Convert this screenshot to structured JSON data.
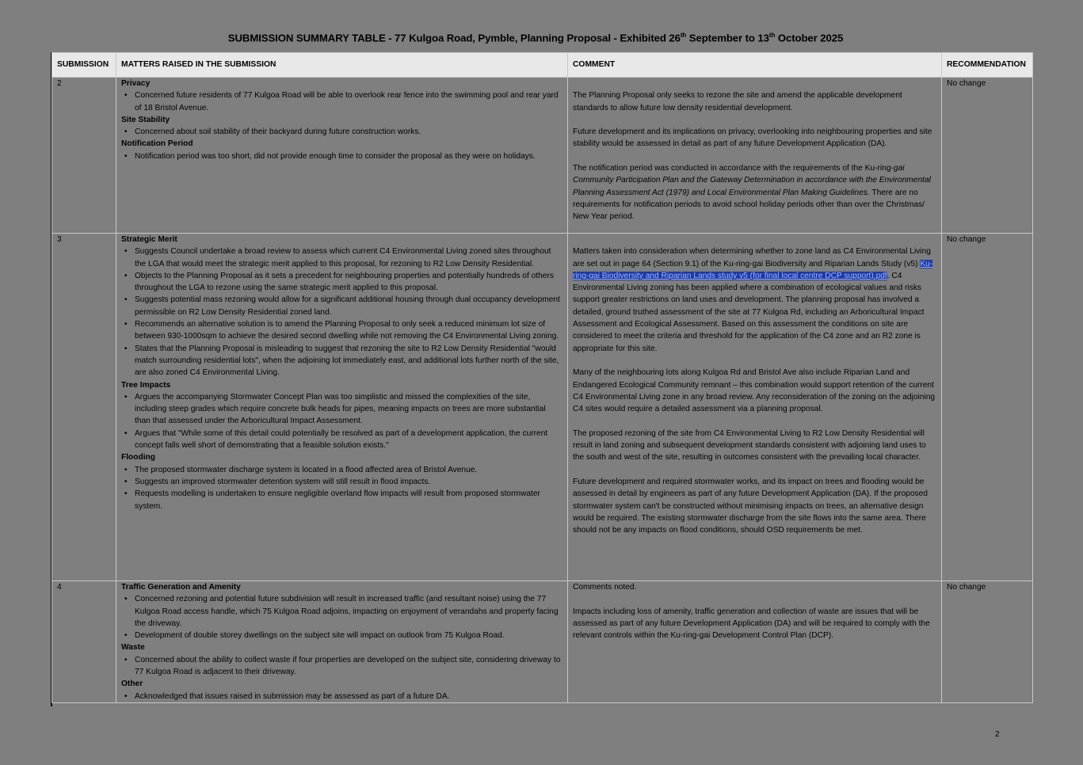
{
  "document": {
    "title_prefix": "SUBMISSION SUMMARY TABLE - 77 Kulgoa Road, Pymble, Planning Proposal - Exhibited 26",
    "title_sup1": "th",
    "title_middle": " September to 13",
    "title_sup2": "th",
    "title_suffix": " October 2025",
    "page_number": "2"
  },
  "table": {
    "headers": {
      "submission": "SUBMISSION",
      "matters": "MATTERS RAISED IN THE SUBMISSION",
      "comment": "COMMENT",
      "recommendation": "RECOMMENDATION"
    },
    "rows": [
      {
        "submission": "2",
        "matters": [
          {
            "heading": "Privacy",
            "points": [
              "Concerned future residents of 77 Kulgoa Road will be able to overlook rear fence into the swimming pool and rear yard of 18 Bristol Avenue."
            ]
          },
          {
            "heading": "Site Stability",
            "points": [
              "Concerned about soil stability of their backyard during future construction works."
            ]
          },
          {
            "heading": "Notification Period",
            "points": [
              "Notification period was too short, did not provide enough time to consider the proposal as they were on holidays."
            ]
          }
        ],
        "comment": {
          "p1": "The Planning Proposal only seeks to rezone the site and amend the applicable development standards to allow future low density residential development.",
          "p2": "Future development and its implications on privacy, overlooking into neighbouring properties and site stability would be assessed in detail as part of any future Development Application (DA).",
          "p3_plain": "The notification period was conducted in accordance with the requirements of the Ku-ring-",
          "p3_italic": "gai Community Participation Plan and the Gateway Determination in accordance with the Environmental Planning Assessment Act (1979) and Local Environmental Plan Making Guidelines.",
          "p3_tail": " There are no requirements for notification periods to avoid school holiday periods other than over the Christmas/ New Year period."
        },
        "recommendation": "No change"
      },
      {
        "submission": "3",
        "matters": [
          {
            "heading": "Strategic Merit",
            "points": [
              "Suggests Council undertake a broad review to assess which current C4 Environmental Living zoned sites throughout the LGA that would meet the strategic merit applied to this proposal, for rezoning to R2 Low Density Residential.",
              "Objects to the Planning Proposal as it sets a precedent for neighbouring properties and potentially hundreds of others throughout the LGA to rezone using the same strategic merit applied to this proposal.",
              "Suggests potential mass rezoning would allow for a significant additional housing through dual occupancy development permissible on R2 Low Density Residential zoned land.",
              "Recommends an alternative solution is to amend the Planning Proposal to only seek a reduced minimum lot size of between 930-1000sqm to achieve the desired second dwelling while not removing the C4 Environmental Living zoning.",
              "States that the Planning Proposal is misleading to suggest that rezoning the site to R2 Low Density Residential \"would match surrounding residential lots\", when the adjoining lot immediately east, and additional lots further north of the site, are also zoned C4 Environmental Living."
            ]
          },
          {
            "heading": "Tree Impacts",
            "points": [
              "Argues the accompanying Stormwater Concept Plan was too simplistic and missed the complexities of the site, including steep grades which require concrete bulk heads for pipes, meaning impacts on trees are more substantial than that assessed under the Arboricultural Impact Assessment.",
              "Argues that \"While some of this detail could potentially be resolved as part of a development application, the current concept falls well short of demonstrating that a feasible solution exists.\""
            ]
          },
          {
            "heading": "Flooding",
            "points": [
              "The proposed stormwater discharge system is located in a flood affected area of Bristol Avenue.",
              "Suggests an improved stormwater detention system will still result in flood impacts.",
              "Requests modelling is undertaken to ensure negligible overland flow impacts will result from proposed stormwater system."
            ]
          }
        ],
        "comment": {
          "p1_a": "Matters taken into consideration when determining whether to zone land as C4 Environmental Living are set out in page 64 (Section 9.1) of the Ku-ring-gai Biodiversity and Riparian Lands Study (v5) ",
          "p1_link": "Ku-ring-gai Biodiversity and Riparian Lands study v5 (for final local centre DCP support).pdf",
          "p1_b": ". C4 Environmental Living zoning has been applied where a combination of ecological values and risks support greater restrictions on land uses and development. The planning proposal has involved a detailed, ground truthed assessment of the site at 77 Kulgoa Rd, including an Arboricultural Impact Assessment and Ecological Assessment. Based on this assessment the conditions on site are considered to meet the criteria and threshold for the application of the C4 zone and an R2 zone is appropriate for this site.",
          "p2": "Many of the neighbouring lots along Kulgoa Rd and Bristol Ave also include Riparian Land and Endangered Ecological Community remnant – this combination would support retention of the current C4 Environmental Living zone in any broad review. Any reconsideration of the zoning on the adjoining C4 sites would require a detailed assessment via a planning proposal.",
          "p3": "The proposed rezoning of the site from C4 Environmental Living to R2 Low Density Residential will result in land zoning and subsequent development standards consistent with adjoining land uses to the south and west of the site, resulting in outcomes consistent with the prevailing local character.",
          "p4": "Future development and required stormwater works, and its impact on trees and flooding would be assessed in detail by engineers as part of any future Development Application (DA). If the proposed stormwater system can't be constructed without minimising impacts on trees, an alternative design would be required. The existing stormwater discharge from the site flows into the same area. There should not be any impacts on flood conditions, should OSD requirements be met."
        },
        "recommendation": "No change"
      },
      {
        "submission": "4",
        "matters": [
          {
            "heading": "Traffic Generation and Amenity",
            "points": [
              "Concerned rezoning and potential future subdivision will result in increased traffic (and resultant noise) using the 77 Kulgoa Road access handle, which 75 Kulgoa Road adjoins, impacting on enjoyment of verandahs and property facing the driveway.",
              "Development of double storey dwellings on the subject site will impact on outlook from 75 Kulgoa Road."
            ]
          },
          {
            "heading": "Waste",
            "points": [
              "Concerned about the ability to collect waste if four properties are developed on the subject site, considering driveway to 77 Kulgoa Road is adjacent to their driveway."
            ]
          },
          {
            "heading": "Other",
            "points": [
              "Acknowledged that issues raised in submission may be assessed as part of a future DA."
            ]
          }
        ],
        "comment": {
          "p1": "Comments noted.",
          "p2": "Impacts including loss of amenity, traffic generation and collection of waste are issues that will be assessed as part of any future Development Application (DA) and will be required to comply with the relevant controls within the Ku-ring-gai Development Control Plan (DCP)."
        },
        "recommendation": "No change"
      }
    ]
  }
}
